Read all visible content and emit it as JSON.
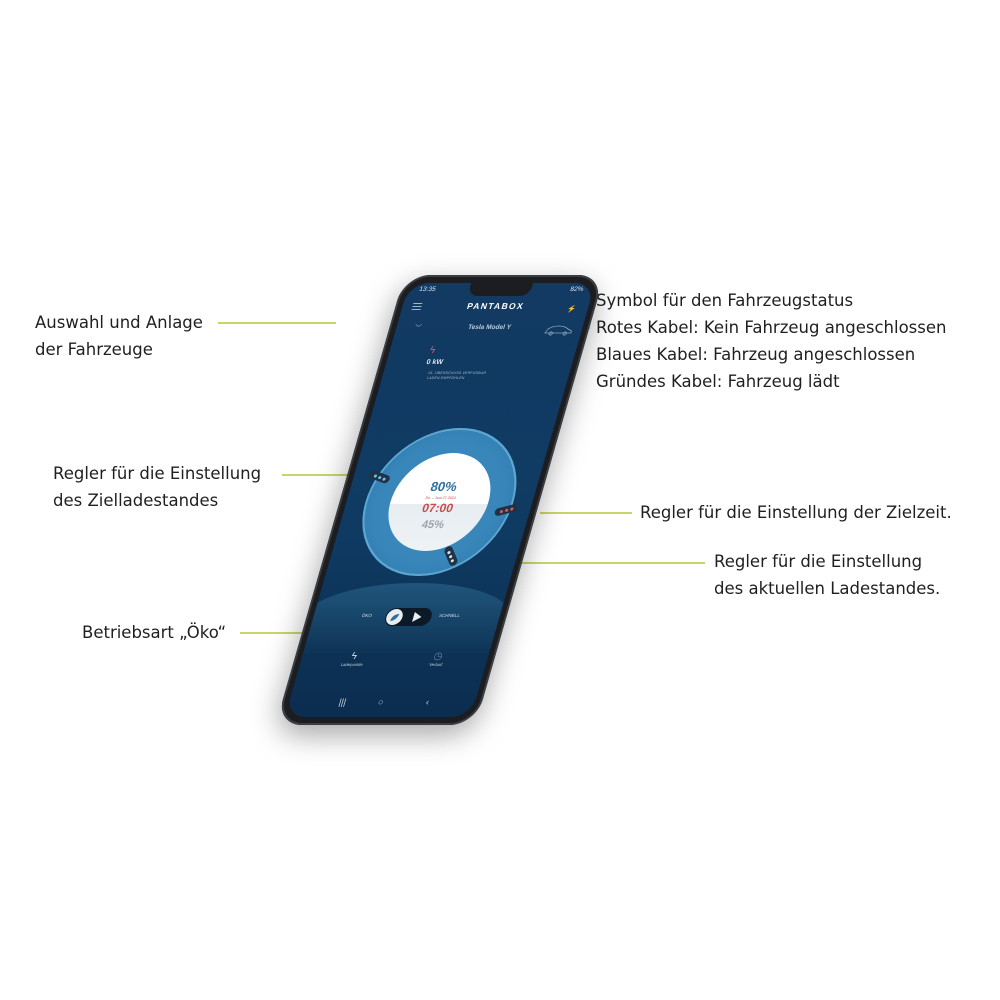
{
  "annotations": {
    "vehicle_select": [
      "Auswahl und Anlage",
      "der Fahrzeuge"
    ],
    "vehicle_status": [
      "Symbol für den Fahrzeugstatus",
      "Rotes Kabel: Kein Fahrzeug angeschlossen",
      "Blaues Kabel: Fahrzeug angeschlossen",
      "Gründes Kabel: Fahrzeug lädt"
    ],
    "target_charge": [
      "Regler für die Einstellung",
      "des Zielladestandes"
    ],
    "target_time": [
      "Regler für die Einstellung der Zielzeit."
    ],
    "current_charge": [
      "Regler für die Einstellung",
      "des aktuellen Ladestandes."
    ],
    "eco_mode": [
      "Betriebsart „Öko“"
    ]
  },
  "app": {
    "status_time": "13:35",
    "status_battery": "82%",
    "logo": "PANTABOX",
    "vehicle_name": "Tesla Model Y",
    "power_value": "0 kW",
    "info_lines": [
      "01. ÜBERSCHUSS VERFÜGBAR",
      "LADEN EMPFOHLEN"
    ],
    "target_charge": "80%",
    "target_date": "Do. – Juni 27 2024",
    "target_time": "07:00",
    "current_charge": "45%",
    "mode_eco": "ÖKO",
    "mode_fast": "SCHNELL",
    "tabs": [
      "Ladepunkte",
      "Verlauf"
    ],
    "colors": {
      "screen_bg": "#123a63",
      "dial": "#3785b9",
      "target_charge": "#2f6fa0",
      "target_time": "#c74b4b",
      "leader_line": "#c9d46a"
    },
    "icons": [
      "menu-icon",
      "chevron-down-icon",
      "car-icon",
      "plug-icon",
      "bolt-icon",
      "leaf-icon",
      "play-icon",
      "history-icon",
      "recent-apps-icon",
      "home-icon",
      "back-icon"
    ]
  }
}
